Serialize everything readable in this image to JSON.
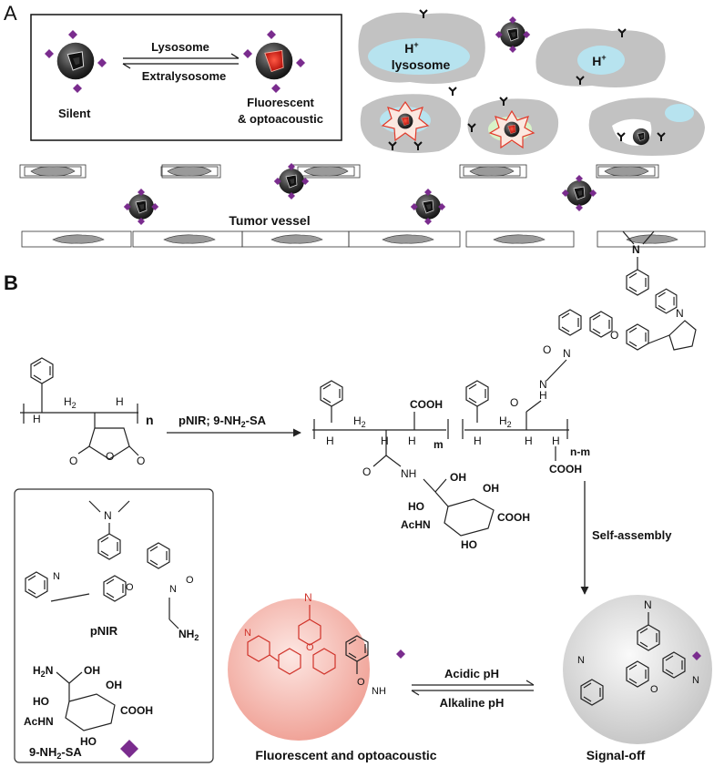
{
  "panel_a": {
    "letter": "A",
    "inset": {
      "state_left": "Silent",
      "state_right_line1": "Fluorescent",
      "state_right_line2": "& optoacoustic",
      "arrow_top": "Lysosome",
      "arrow_bottom": "Extralysosome"
    },
    "cell_labels": {
      "proton": "H",
      "proton_sup": "+",
      "lysosome": "lysosome"
    },
    "vessel_label": "Tumor vessel"
  },
  "panel_b": {
    "letter": "B",
    "reaction_label": "pNIR; 9-NH",
    "reaction_label_sub": "2",
    "reaction_label_tail": "-SA",
    "polymer_start_n": "n",
    "polymer_m": "m",
    "polymer_nm": "n-m",
    "cooh": "COOH",
    "self_assembly": "Self-assembly",
    "acidic": "Acidic pH",
    "alkaline": "Alkaline pH",
    "left_state": "Fluorescent and optoacoustic",
    "right_state": "Signal-off",
    "legend": {
      "pnir": "pNIR",
      "sa": "9-NH",
      "sa_sub": "2",
      "sa_tail": "-SA"
    },
    "atoms": {
      "N": "N",
      "O": "O",
      "H2": "H",
      "HO": "HO",
      "AcHN": "AcHN",
      "OH": "OH",
      "NH": "NH",
      "NH2": "NH",
      "COOH": "COOH",
      "H": "H"
    }
  },
  "colors": {
    "marker": "#7a2c8e",
    "cell": "#c2c2c2",
    "lysosome": "#b7e3ef",
    "sphere_red": "#f2a9a0",
    "sphere_grey": "#d4d4d4",
    "red": "#d0332a"
  }
}
